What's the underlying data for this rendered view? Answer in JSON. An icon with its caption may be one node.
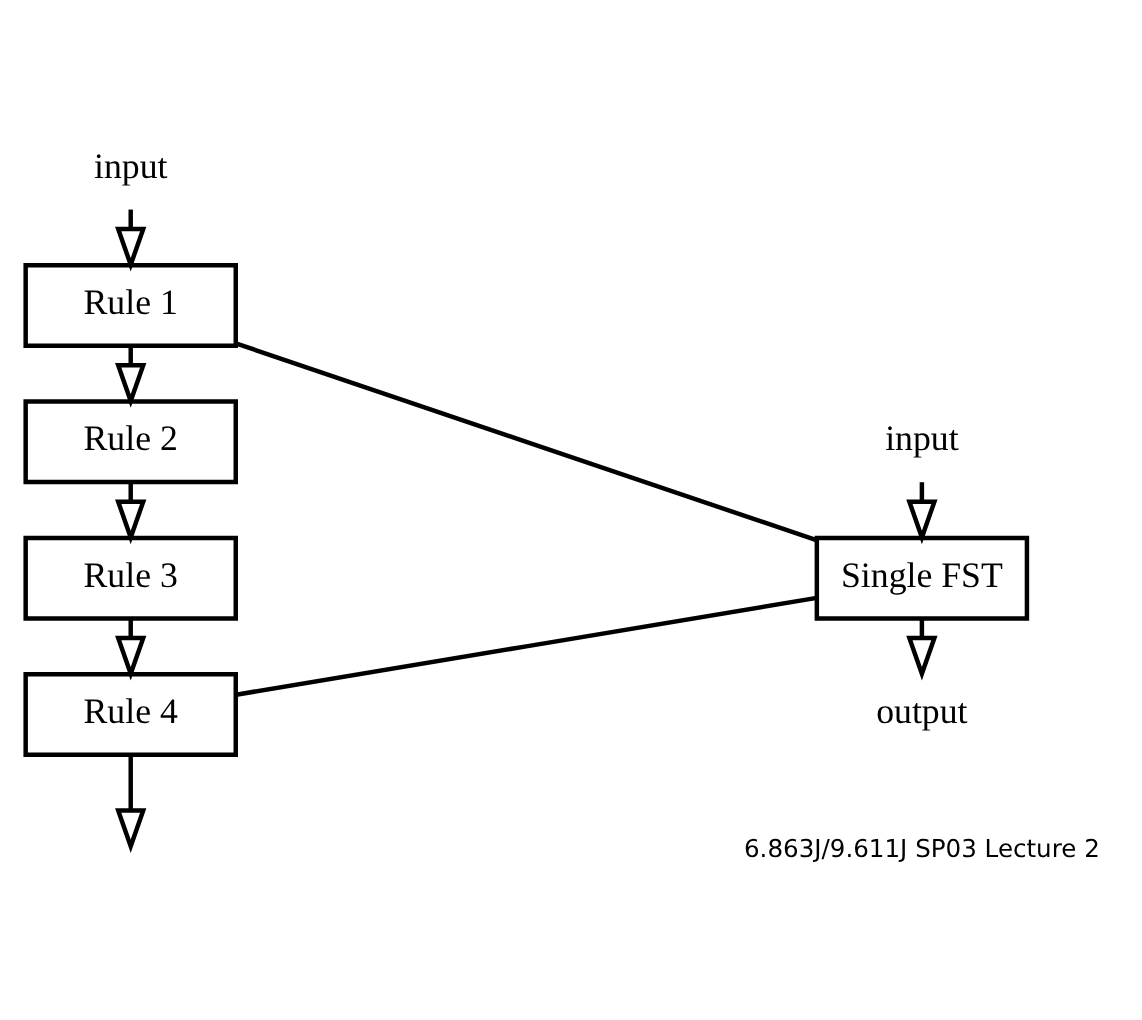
{
  "diagram": {
    "nodes": [
      {
        "text": [
          "input"
        ]
      },
      {
        "text": [
          "Rule 1"
        ]
      },
      {
        "text": [
          "Rule 2"
        ]
      },
      {
        "text": [
          "Rule 3"
        ]
      },
      {
        "text": [
          "Rule 4"
        ]
      },
      {
        "text": [
          "input"
        ]
      },
      {
        "text": [
          "Single FST"
        ]
      },
      {
        "text": [
          "output"
        ]
      }
    ],
    "edges": [
      {
        "from": 0,
        "to": 1,
        "arrow": "to"
      },
      {
        "from": 1,
        "to": 2,
        "arrow": "to"
      },
      {
        "from": 2,
        "to": 3,
        "arrow": "to"
      },
      {
        "from": 3,
        "to": 4,
        "arrow": "to"
      },
      {
        "from": 4,
        "to": null,
        "arrow": "to"
      },
      {
        "from": 5,
        "to": 6,
        "arrow": "to"
      },
      {
        "from": 6,
        "to": 7,
        "arrow": "to"
      },
      {
        "from": 1,
        "to": 6,
        "arrow": "none"
      },
      {
        "from": 4,
        "to": 6,
        "arrow": "none"
      }
    ],
    "labels": [
      "6.863J/9.611J SP03 Lecture 2"
    ]
  }
}
